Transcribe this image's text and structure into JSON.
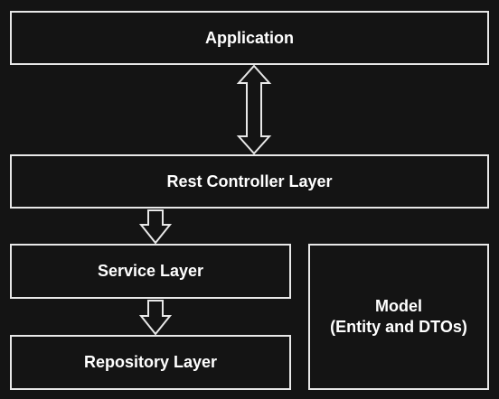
{
  "diagram": {
    "nodes": {
      "application": {
        "label": "Application"
      },
      "rest_controller": {
        "label": "Rest Controller Layer"
      },
      "service": {
        "label": "Service Layer"
      },
      "repository": {
        "label": "Repository Layer"
      },
      "model": {
        "lines": [
          "Model",
          "(Entity and DTOs)"
        ]
      }
    },
    "edges": [
      {
        "from": "application",
        "to": "rest_controller",
        "style": "double-headed hollow arrow"
      },
      {
        "from": "rest_controller",
        "to": "service",
        "style": "hollow down arrow"
      },
      {
        "from": "service",
        "to": "repository",
        "style": "hollow down arrow"
      }
    ],
    "colors": {
      "background": "#141414",
      "stroke": "#e8e8e8",
      "text": "#ffffff"
    }
  }
}
